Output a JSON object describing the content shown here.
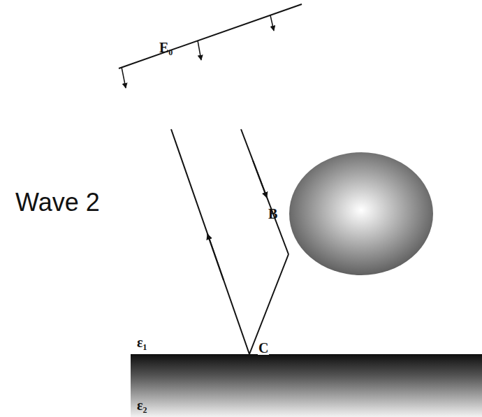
{
  "diagram": {
    "labels": [
      "E₀",
      "Wave 2",
      "B",
      "ε₁",
      "C",
      "ε₂"
    ]
  }
}
